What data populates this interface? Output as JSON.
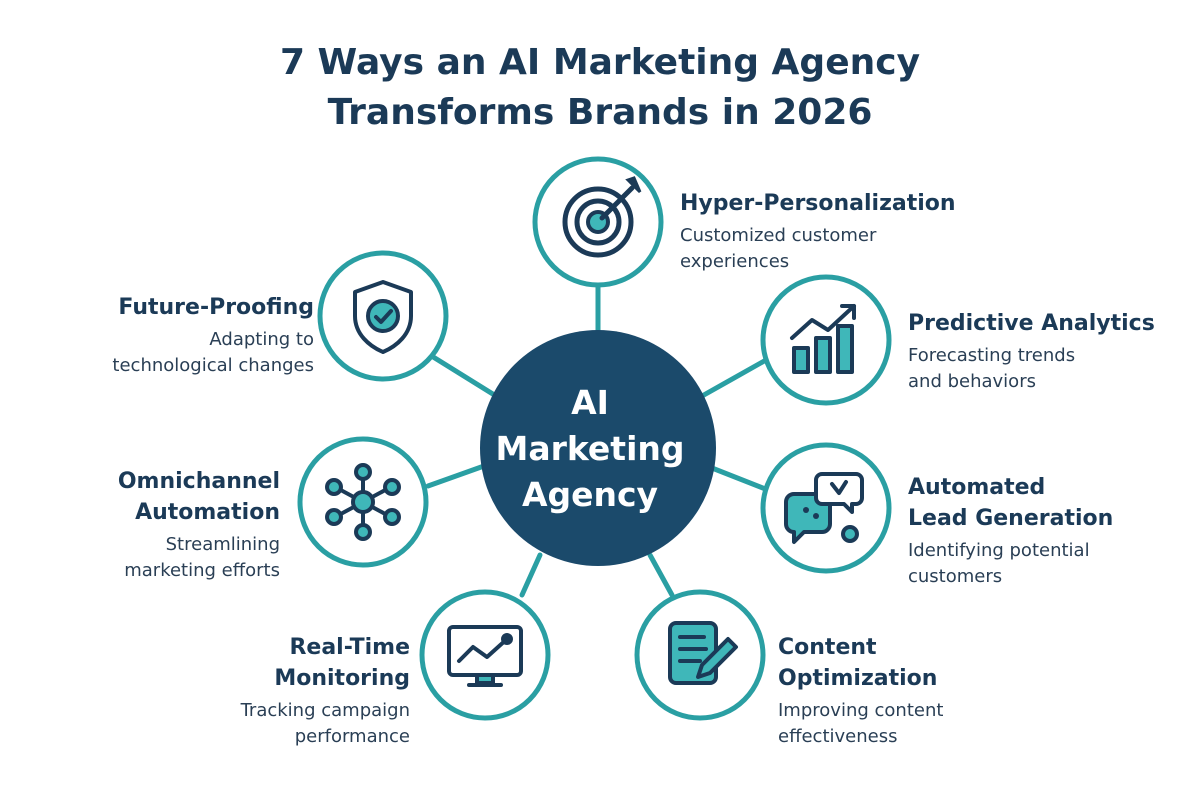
{
  "title": {
    "line1": "7 Ways an AI Marketing Agency",
    "line2": "Transforms Brands in 2026"
  },
  "hub": {
    "line1": "AI",
    "line2": "Marketing",
    "line3": "Agency"
  },
  "features": [
    {
      "id": "hyper-personalization",
      "icon": "target-icon",
      "title_lines": [
        "Hyper-Personalization"
      ],
      "desc_lines": [
        "Customized customer",
        "experiences"
      ]
    },
    {
      "id": "predictive-analytics",
      "icon": "bar-chart-trend-icon",
      "title_lines": [
        "Predictive Analytics"
      ],
      "desc_lines": [
        "Forecasting trends",
        "and behaviors"
      ]
    },
    {
      "id": "automated-lead-generation",
      "icon": "chat-bubbles-icon",
      "title_lines": [
        "Automated",
        "Lead Generation"
      ],
      "desc_lines": [
        "Identifying potential",
        "customers"
      ]
    },
    {
      "id": "content-optimization",
      "icon": "document-pencil-icon",
      "title_lines": [
        "Content",
        "Optimization"
      ],
      "desc_lines": [
        "Improving content",
        "effectiveness"
      ]
    },
    {
      "id": "real-time-monitoring",
      "icon": "monitor-chart-icon",
      "title_lines": [
        "Real-Time",
        "Monitoring"
      ],
      "desc_lines": [
        "Tracking campaign",
        "performance"
      ]
    },
    {
      "id": "omnichannel-automation",
      "icon": "network-nodes-icon",
      "title_lines": [
        "Omnichannel",
        "Automation"
      ],
      "desc_lines": [
        "Streamlining",
        "marketing efforts"
      ]
    },
    {
      "id": "future-proofing",
      "icon": "shield-check-icon",
      "title_lines": [
        "Future-Proofing"
      ],
      "desc_lines": [
        "Adapting to",
        "technological changes"
      ]
    }
  ],
  "colors": {
    "navy": "#1b4a6b",
    "teal": "#2a9fa3",
    "teal_light": "#3fb7b9",
    "text": "#1b3a57"
  }
}
